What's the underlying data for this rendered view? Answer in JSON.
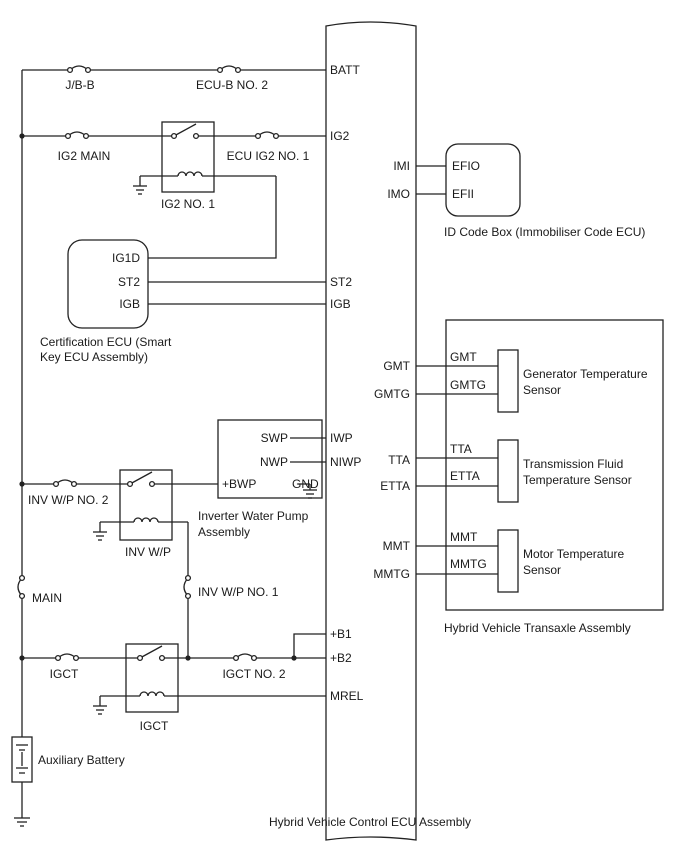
{
  "ecu": {
    "caption": "Hybrid Vehicle Control ECU Assembly",
    "pins": {
      "batt": "BATT",
      "ig2": "IG2",
      "st2": "ST2",
      "igb": "IGB",
      "iwp": "IWP",
      "niwp": "NIWP",
      "b1": "+B1",
      "b2": "+B2",
      "mrel": "MREL",
      "imi": "IMI",
      "imo": "IMO",
      "gmt": "GMT",
      "gmtg": "GMTG",
      "tta": "TTA",
      "etta": "ETTA",
      "mmt": "MMT",
      "mmtg": "MMTG"
    }
  },
  "fuses": {
    "jb": "J/B-B",
    "ecub2": "ECU-B NO. 2",
    "ig2main": "IG2 MAIN",
    "ecuig2": "ECU IG2 NO. 1",
    "invwp2": "INV W/P NO. 2",
    "invwp1": "INV W/P NO. 1",
    "main": "MAIN",
    "igct": "IGCT",
    "igct2": "IGCT NO. 2"
  },
  "relays": {
    "ig2": "IG2 NO. 1",
    "invwp": "INV W/P",
    "igct": "IGCT"
  },
  "certification_ecu": {
    "caption_line1": "Certification ECU (Smart",
    "caption_line2": "Key ECU Assembly)",
    "pins": {
      "ig1d": "IG1D",
      "st2": "ST2",
      "igb": "IGB"
    }
  },
  "water_pump": {
    "caption_line1": "Inverter Water Pump",
    "caption_line2": "Assembly",
    "pins": {
      "swp": "SWP",
      "nwp": "NWP",
      "bwp": "+BWP",
      "gnd": "GND"
    }
  },
  "id_box": {
    "caption": "ID Code Box (Immobiliser Code ECU)",
    "pins": {
      "efio": "EFIO",
      "efii": "EFII"
    }
  },
  "transaxle": {
    "caption": "Hybrid Vehicle Transaxle Assembly",
    "pins": {
      "gmt": "GMT",
      "gmtg": "GMTG",
      "tta": "TTA",
      "etta": "ETTA",
      "mmt": "MMT",
      "mmtg": "MMTG"
    },
    "sensors": {
      "gen_line1": "Generator Temperature",
      "gen_line2": "Sensor",
      "trans_line1": "Transmission Fluid",
      "trans_line2": "Temperature Sensor",
      "motor_line1": "Motor Temperature",
      "motor_line2": "Sensor"
    }
  },
  "battery": {
    "label": "Auxiliary Battery"
  }
}
